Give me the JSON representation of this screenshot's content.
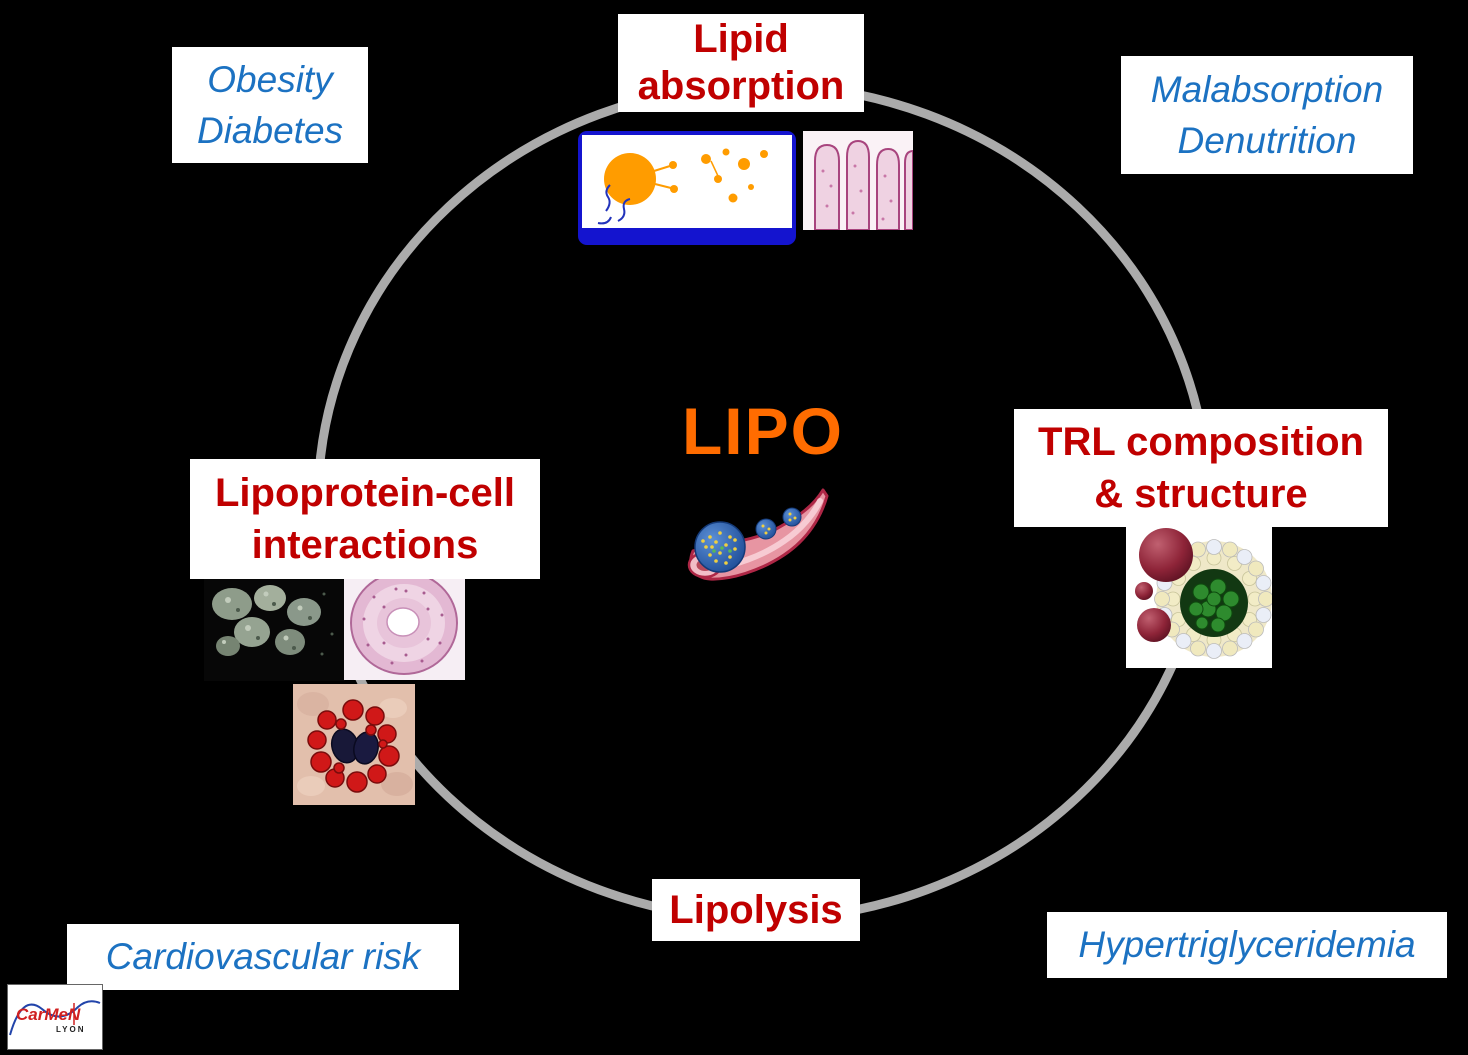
{
  "title": {
    "text": "LIPO"
  },
  "process_nodes": {
    "lipid_absorption": {
      "line1": "Lipid",
      "line2": "absorption"
    },
    "trl_composition": {
      "line1": "TRL composition",
      "line2": "& structure"
    },
    "lipoprotein_cell": {
      "line1": "Lipoprotein-cell",
      "line2": "interactions"
    },
    "lipolysis": {
      "line1": "Lipolysis"
    }
  },
  "clinical_nodes": {
    "obesity_diabetes": {
      "line1": "Obesity",
      "line2": "Diabetes"
    },
    "malabsorption_denutrition": {
      "line1": "Malabsorption",
      "line2": "Denutrition"
    },
    "cardiovascular_risk": {
      "line1": "Cardiovascular risk"
    },
    "hypertriglyceridemia": {
      "line1": "Hypertriglyceridemia"
    }
  },
  "logo": {
    "name": "CarMeN",
    "city": "LYON"
  },
  "colors": {
    "background": "#000000",
    "ring": "#ABABAB",
    "process_text": "#C00000",
    "clinical_text": "#1C72C2",
    "title_text": "#FF6C00"
  },
  "images": {
    "lipid_emulsion": "lipid-droplet-emulsion-illustration",
    "intestinal_villi": "intestinal-villi-histology",
    "blood_vessel": "blood-vessel-with-lipoproteins-illustration",
    "trl_particle": "triglyceride-rich-lipoprotein-structure",
    "cells_sem": "cells-electron-micrograph",
    "artery_histology": "artery-cross-section-histology",
    "foam_cell": "foam-cell-lipid-droplets-micrograph"
  }
}
